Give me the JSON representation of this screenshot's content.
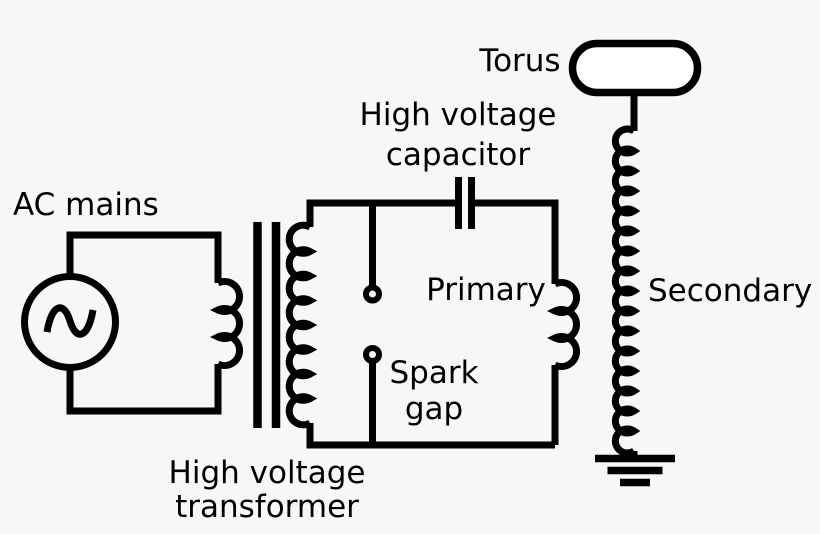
{
  "diagram": {
    "colors": {
      "background": "#f7f7f7",
      "ink": "#010101",
      "torus_fill": "#ffffff"
    },
    "labels": {
      "ac_mains": "AC mains",
      "high_voltage_transformer_line1": "High voltage",
      "high_voltage_transformer_line2": "transformer",
      "high_voltage_capacitor_line1": "High voltage",
      "high_voltage_capacitor_line2": "capacitor",
      "spark_gap_line1": "Spark",
      "spark_gap_line2": "gap",
      "primary": "Primary",
      "secondary": "Secondary",
      "torus": "Torus"
    }
  }
}
